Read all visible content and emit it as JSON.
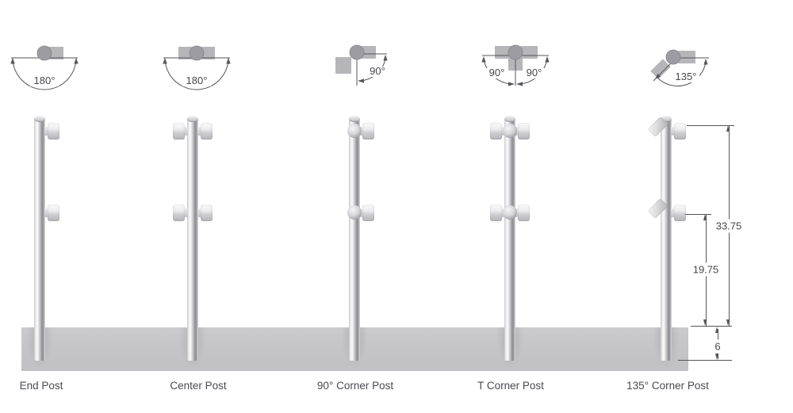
{
  "diagram": {
    "colors": {
      "line": "#55555b",
      "text": "#47474d",
      "metal_highlight": "#fafafa",
      "metal_shadow": "#8f8f95",
      "deck": "#c6c6ca",
      "background": "#ffffff"
    },
    "top_view_icons": [
      {
        "name": "end-post-topview",
        "angles": [
          "180°"
        ]
      },
      {
        "name": "center-post-topview",
        "angles": [
          "180°"
        ]
      },
      {
        "name": "90-corner-post-topview",
        "angles": [
          "90°"
        ]
      },
      {
        "name": "t-corner-post-topview",
        "angles": [
          "90°",
          "90°"
        ]
      },
      {
        "name": "135-corner-post-topview",
        "angles": [
          "135°"
        ]
      }
    ],
    "posts": [
      {
        "label": "End Post"
      },
      {
        "label": "Center Post"
      },
      {
        "label": "90° Corner Post"
      },
      {
        "label": "T Corner Post"
      },
      {
        "label": "135° Corner Post"
      }
    ],
    "dimensions": {
      "overall_height": "33.75",
      "lower_connector_height": "19.75",
      "embed_depth": "6"
    }
  }
}
